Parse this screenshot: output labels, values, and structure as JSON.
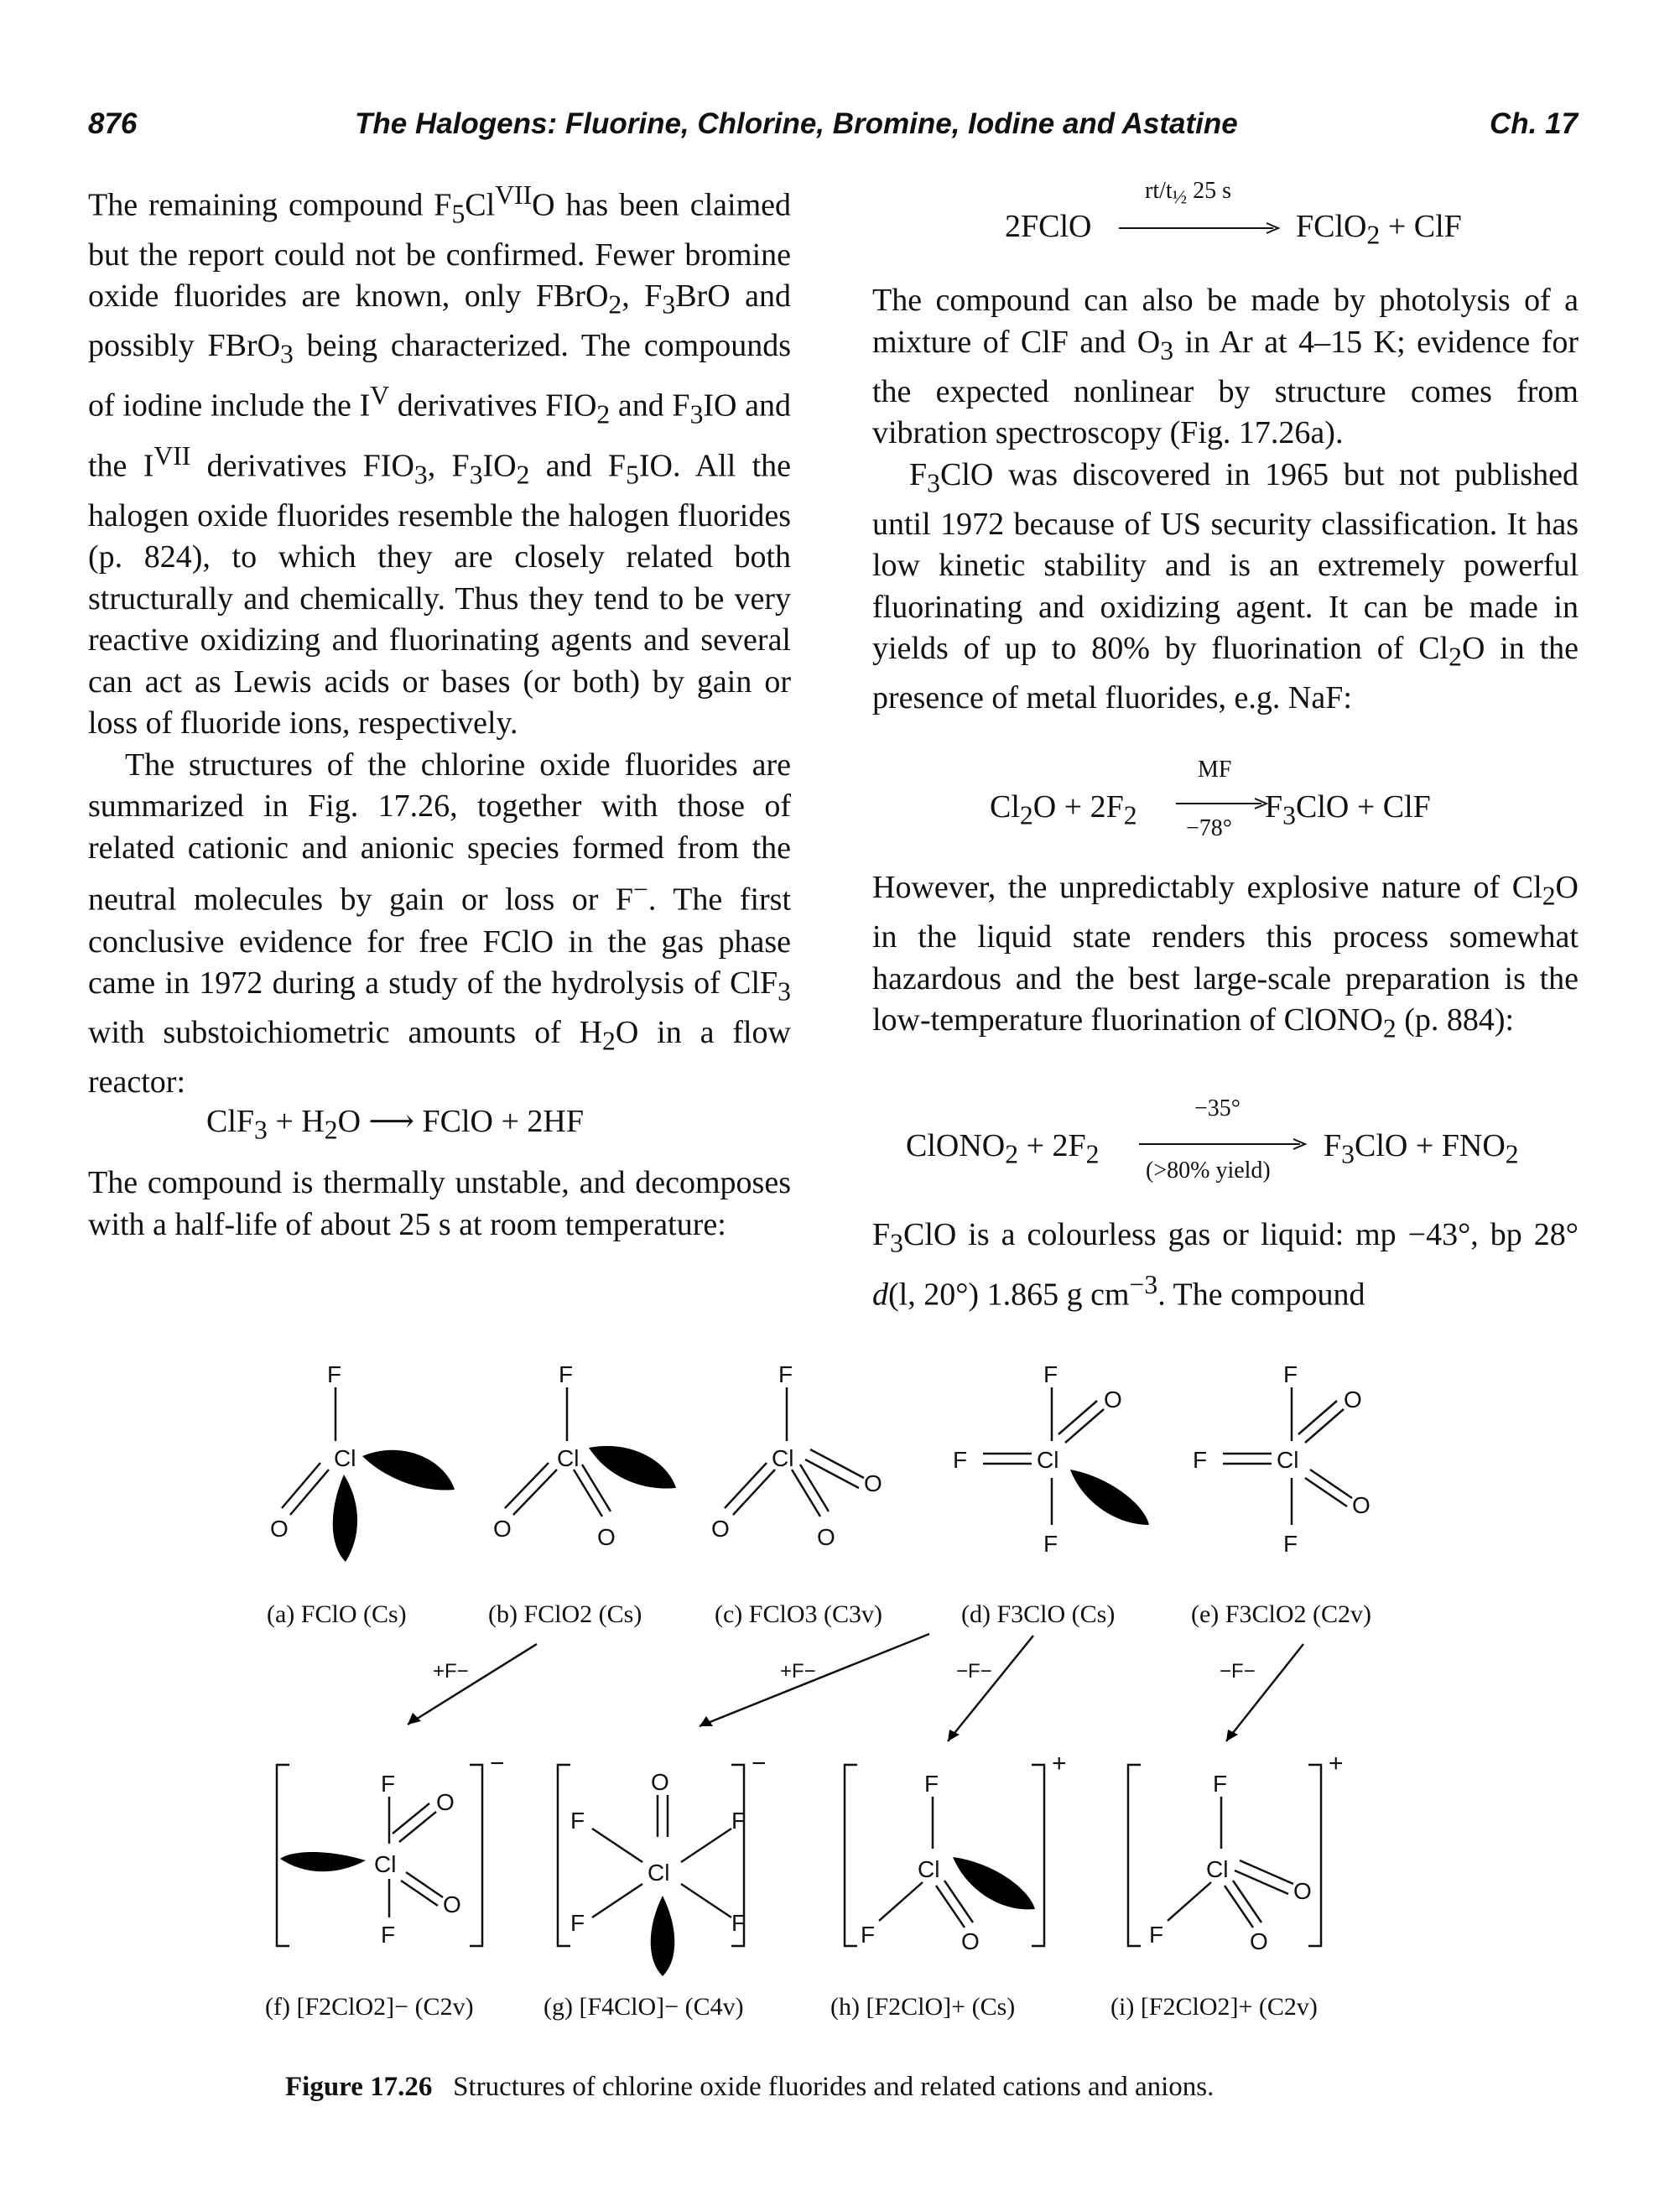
{
  "header": {
    "page_number": "876",
    "title": "The Halogens: Fluorine, Chlorine, Bromine, Iodine and Astatine",
    "chapter": "Ch. 17"
  },
  "left_text": {
    "p1": "The remaining compound F5ClVIIO has been claimed but the report could not be confirmed. Fewer bromine oxide fluorides are known, only FBrO2, F3BrO and possibly FBrO3 being characterized. The compounds of iodine include the IV derivatives FIO2 and F3IO and the IVII derivatives FIO3, F3IO2 and F5IO. All the halogen oxide fluorides resemble the halogen fluorides (p. 824), to which they are closely related both structurally and chemically. Thus they tend to be very reactive oxidizing and fluorinating agents and several can act as Lewis acids or bases (or both) by gain or loss of fluoride ions, respectively.",
    "p2": "The structures of the chlorine oxide fluorides are summarized in Fig. 17.26, together with those of related cationic and anionic species formed from the neutral molecules by gain or loss or F−. The first conclusive evidence for free FClO in the gas phase came in 1972 during a study of the hydrolysis of ClF3 with substoichiometric amounts of H2O in a flow reactor:",
    "eq1": "ClF3 + H2O ⟶ FClO + 2HF",
    "p3": "The compound is thermally unstable, and decomposes with a half-life of about 25 s at room temperature:"
  },
  "right_text": {
    "eq2_left": "2FClO",
    "eq2_cond": "rt/t½ 25 s",
    "eq2_right": "FClO2 + ClF",
    "p4": "The compound can also be made by photolysis of a mixture of ClF and O3 in Ar at 4–15 K; evidence for the expected nonlinear by structure comes from vibration spectroscopy (Fig. 17.26a).",
    "p5": "F3ClO was discovered in 1965 but not published until 1972 because of US security classification. It has low kinetic stability and is an extremely powerful fluorinating and oxidizing agent. It can be made in yields of up to 80% by fluorination of Cl2O in the presence of metal fluorides, e.g. NaF:",
    "eq3_left": "Cl2O + 2F2",
    "eq3_top": "MF",
    "eq3_bottom": "−78°",
    "eq3_right": "F3ClO + ClF",
    "p6": "However, the unpredictably explosive nature of Cl2O in the liquid state renders this process somewhat hazardous and the best large-scale preparation is the low-temperature fluorination of ClONO2 (p. 884):",
    "eq4_left": "ClONO2 + 2F2",
    "eq4_top": "−35°",
    "eq4_bottom": "(>80% yield)",
    "eq4_right": "F3ClO + FNO2",
    "p7": "F3ClO is a colourless gas or liquid: mp −43°, bp 28° d(l, 20°) 1.865 g cm−3. The compound"
  },
  "figure": {
    "labels_top": [
      "(a) FClO (Cs)",
      "(b) FClO2 (Cs)",
      "(c) FClO3 (C3v)",
      "(d) F3ClO (Cs)",
      "(e) F3ClO2 (C2v)"
    ],
    "labels_bottom": [
      "(f) [F2ClO2]− (C2v)",
      "(g) [F4ClO]− (C4v)",
      "(h) [F2ClO]+ (Cs)",
      "(i) [F2ClO2]+ (C2v)"
    ],
    "arrow_labels": [
      "+F−",
      "+F−",
      "−F−",
      "−F−"
    ],
    "charges": [
      "−",
      "−",
      "+",
      "+"
    ],
    "atoms": {
      "F": "F",
      "Cl": "Cl",
      "O": "O"
    },
    "caption_number": "Figure 17.26",
    "caption_text": "Structures of chlorine oxide fluorides and related cations and anions."
  }
}
